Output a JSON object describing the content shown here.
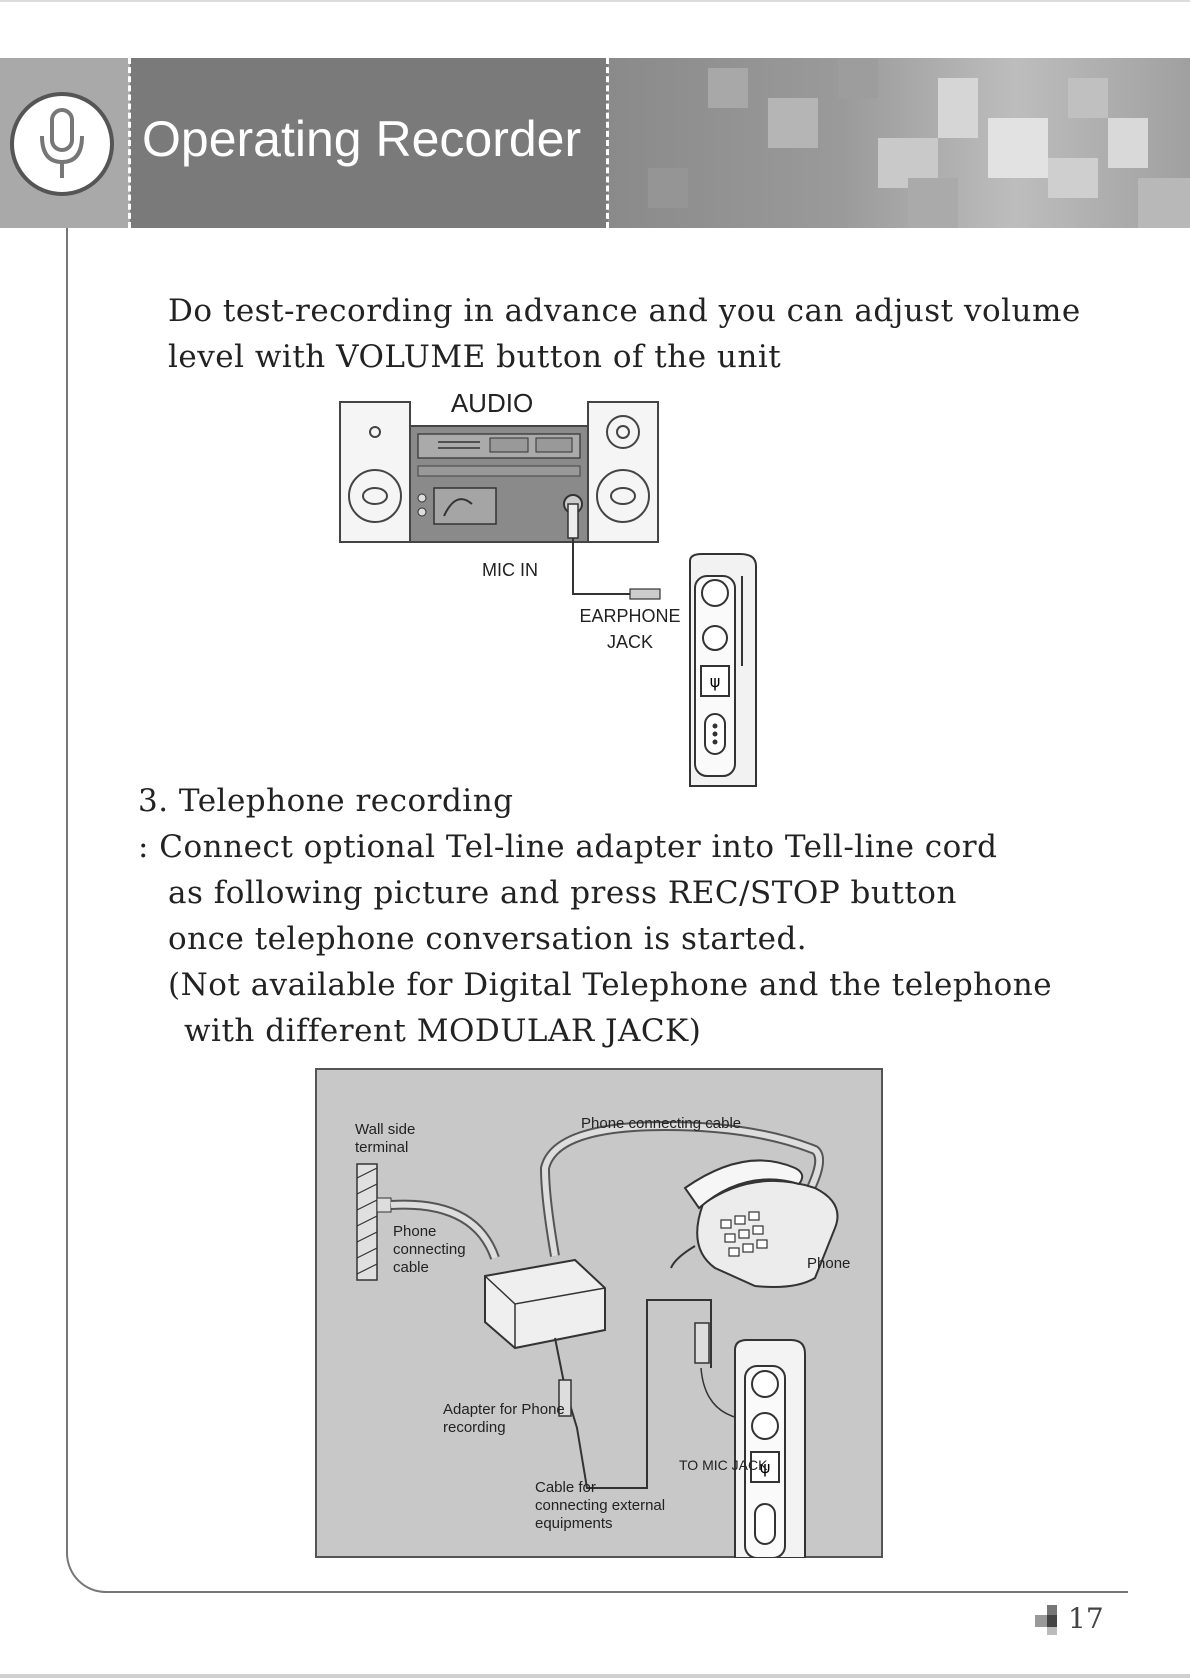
{
  "header": {
    "title": "Operating Recorder",
    "icon": "microphone-icon"
  },
  "intro": {
    "line1": "Do test-recording in advance and you can adjust volume",
    "line2": "level with VOLUME button of the unit"
  },
  "figure1": {
    "audio_label": "AUDIO",
    "mic_in_label": "MIC IN",
    "earphone_label_1": "EARPHONE",
    "earphone_label_2": "JACK"
  },
  "section3": {
    "heading": "3. Telephone recording",
    "line1": ": Connect optional Tel-line adapter into Tell-line cord",
    "line2": "as following picture and press REC/STOP button",
    "line3": "once telephone conversation is started.",
    "line4": "(Not available for Digital Telephone and the telephone",
    "line5": "with different MODULAR JACK)"
  },
  "figure2": {
    "wall_1": "Wall side",
    "wall_2": "terminal",
    "phone_cable_top": "Phone connecting cable",
    "phone_cable_1": "Phone",
    "phone_cable_2": "connecting",
    "phone_cable_3": "cable",
    "phone": "Phone",
    "adapter_1": "Adapter for Phone",
    "adapter_2": "recording",
    "to_mic": "TO MIC JACK",
    "cable_ext_1": "Cable for",
    "cable_ext_2": "connecting external",
    "cable_ext_3": "equipments"
  },
  "footer": {
    "page_number": "17"
  }
}
